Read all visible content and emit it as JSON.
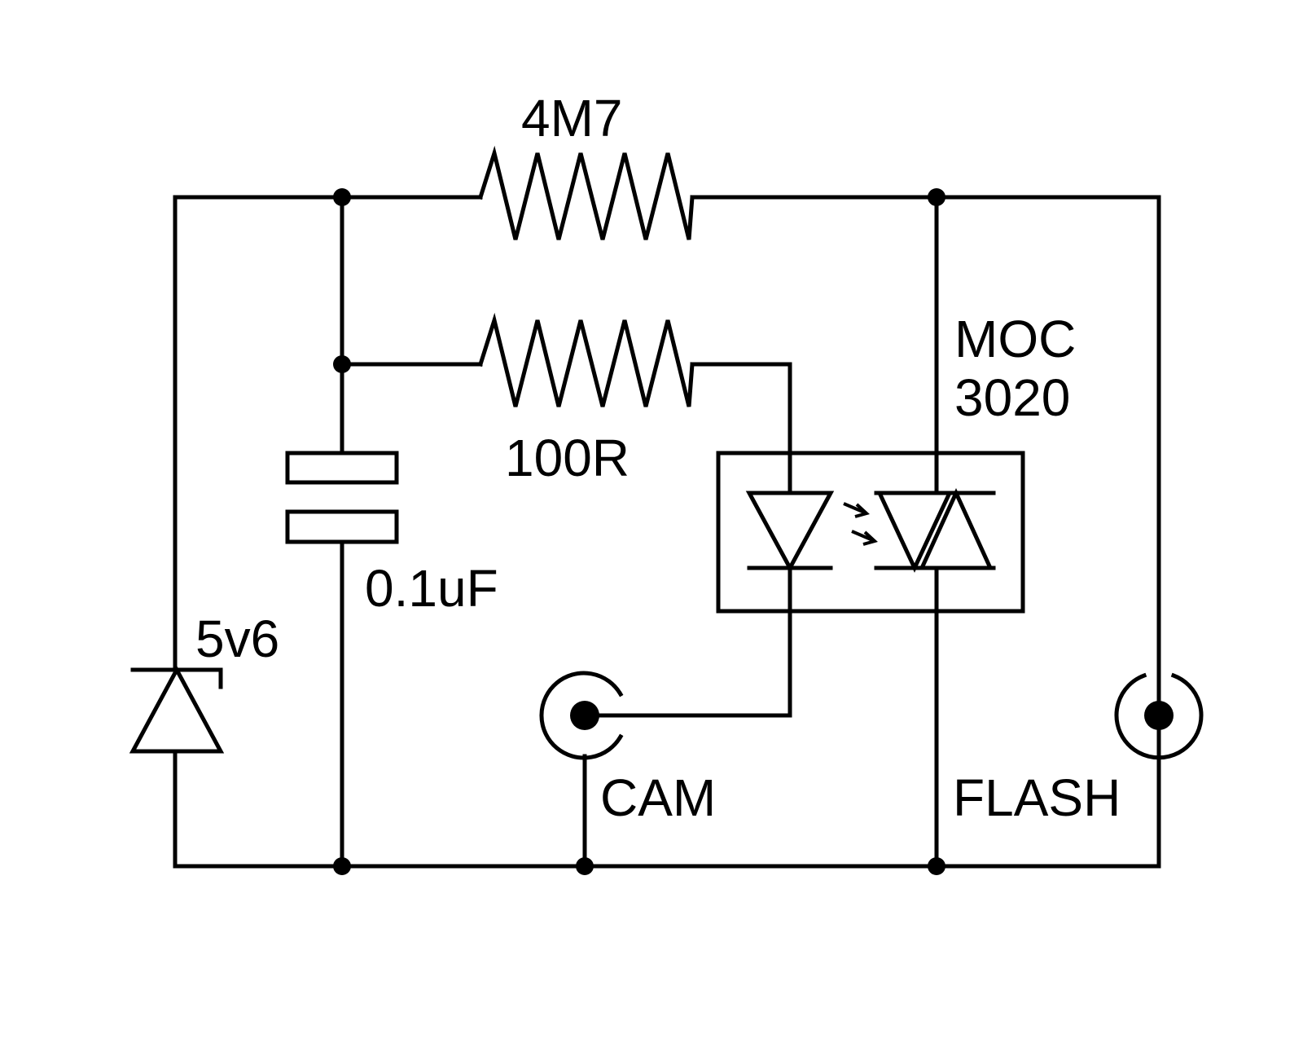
{
  "labels": {
    "r1_value": "4M7",
    "r2_value": "100R",
    "capacitor_value": "0.1uF",
    "zener_value": "5v6",
    "optocoupler_line1": "MOC",
    "optocoupler_line2": "3020",
    "cam_jack": "CAM",
    "flash_jack": "FLASH"
  },
  "colors": {
    "ink": "#000000",
    "background": "#ffffff"
  }
}
